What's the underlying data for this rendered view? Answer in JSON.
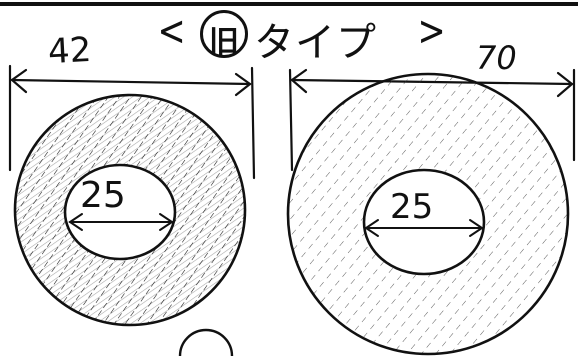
{
  "title": {
    "bracket_open": "<",
    "kyu": "旧",
    "type_word": "タイプ",
    "bracket_close": ">"
  },
  "left_ring": {
    "outer_dimension": "42",
    "inner_dimension": "25"
  },
  "right_ring": {
    "outer_dimension": "70",
    "inner_dimension": "25"
  },
  "colors": {
    "ink": "#111111",
    "paper": "#ffffff"
  }
}
